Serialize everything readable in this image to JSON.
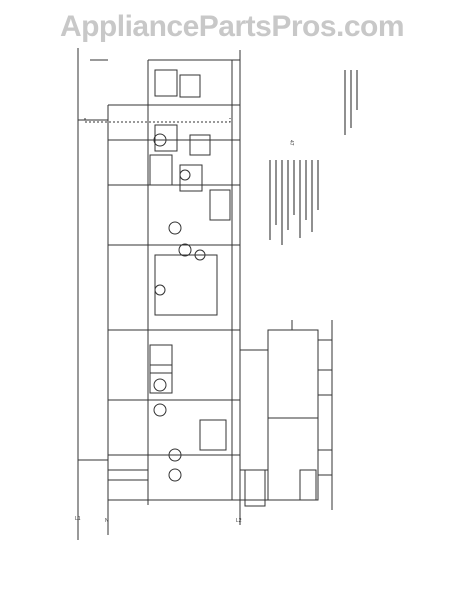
{
  "watermark": "AppliancePartsPros.com",
  "colors": {
    "ink": "#333333",
    "watermark": "#c8c8c8",
    "background": "#ffffff"
  },
  "diagram": {
    "page_number": "47",
    "left_labels": [
      "L1",
      "N",
      "L2"
    ]
  }
}
